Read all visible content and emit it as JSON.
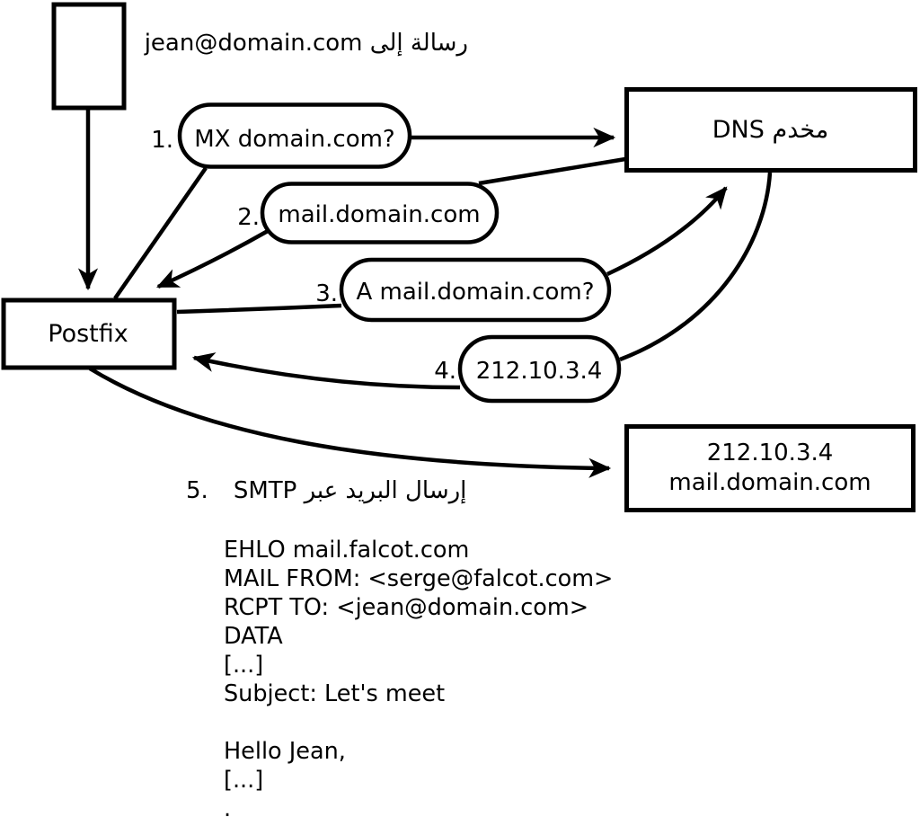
{
  "diagram": {
    "caption": "رسالة إلى jean@domain.com",
    "nodes": {
      "postfix": {
        "label": "Postfix"
      },
      "dns": {
        "label": "مخدم DNS"
      },
      "mail_server": {
        "line1": "212.10.3.4",
        "line2": "mail.domain.com"
      }
    },
    "steps": [
      {
        "num": "1.",
        "label": "MX domain.com?"
      },
      {
        "num": "2.",
        "label": "mail.domain.com"
      },
      {
        "num": "3.",
        "label": "A mail.domain.com?"
      },
      {
        "num": "4.",
        "label": "212.10.3.4"
      },
      {
        "num": "5.",
        "label": "إرسال البريد عبر SMTP"
      }
    ],
    "smtp_session": {
      "lines": [
        "EHLO mail.falcot.com",
        "MAIL FROM: <serge@falcot.com>",
        "RCPT TO: <jean@domain.com>",
        "DATA",
        "[...]",
        "Subject: Let's meet",
        "",
        "Hello Jean,",
        "[...]",
        "."
      ]
    },
    "colors": {
      "ink": "#000000",
      "background": "#ffffff"
    }
  }
}
